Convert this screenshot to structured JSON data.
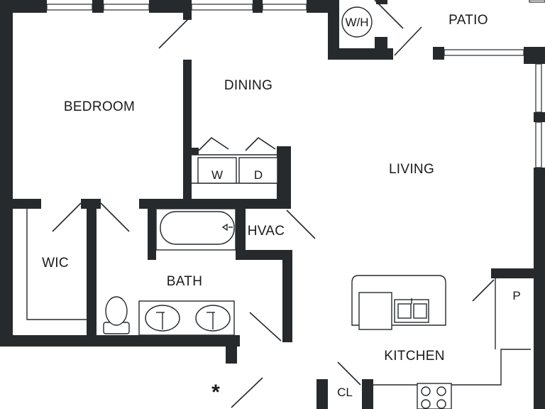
{
  "rooms": {
    "bedroom": "BEDROOM",
    "dining": "DINING",
    "living": "LIVING",
    "patio": "PATIO",
    "wic": "WIC",
    "bath": "BATH",
    "hvac": "HVAC",
    "kitchen": "KITCHEN"
  },
  "fixtures": {
    "water_heater": "W/H",
    "washer": "W",
    "dryer": "D",
    "pantry": "P",
    "closet": "CL",
    "entry_mark": "*"
  }
}
